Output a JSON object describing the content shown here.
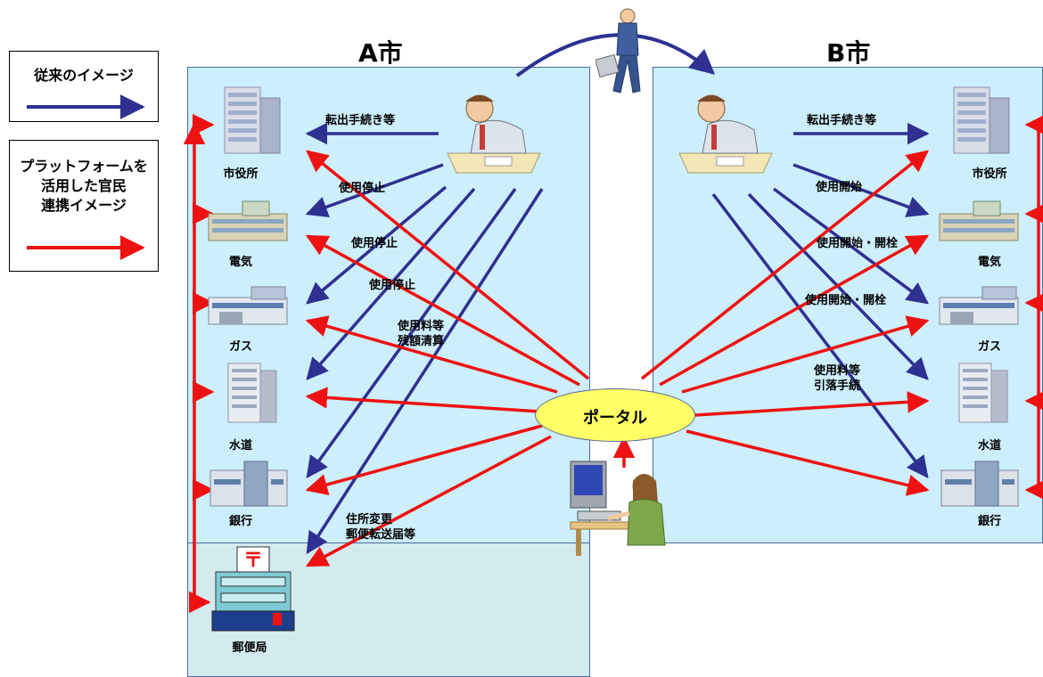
{
  "legend": {
    "traditional_label": "従来のイメージ",
    "platform_label": "プラットフォームを\n活用した官民\n連携イメージ",
    "traditional_color": "#2e3192",
    "platform_color": "#ee1111"
  },
  "city_a": {
    "title": "A市",
    "facilities": [
      "市役所",
      "電気",
      "ガス",
      "水道",
      "銀行",
      "郵便局"
    ],
    "arrow_labels": {
      "transfer": "転出手続き等",
      "stop1": "使用停止",
      "stop2": "使用停止",
      "stop3": "使用停止",
      "fees": "使用料等\n残額清算",
      "address": "住所変更\n郵便転送届等"
    }
  },
  "city_b": {
    "title": "B市",
    "facilities": [
      "市役所",
      "電気",
      "ガス",
      "水道",
      "銀行"
    ],
    "arrow_labels": {
      "transfer": "転出手続き等",
      "start": "使用開始",
      "start_open1": "使用開始・開栓",
      "start_open2": "使用開始・開栓",
      "fees": "使用料等\n引落手続"
    }
  },
  "portal": {
    "label": "ポータル",
    "fill": "#ffff66"
  },
  "colors": {
    "panel_bg": "#cdeefb",
    "panel_low_bg": "#d3ebef"
  }
}
